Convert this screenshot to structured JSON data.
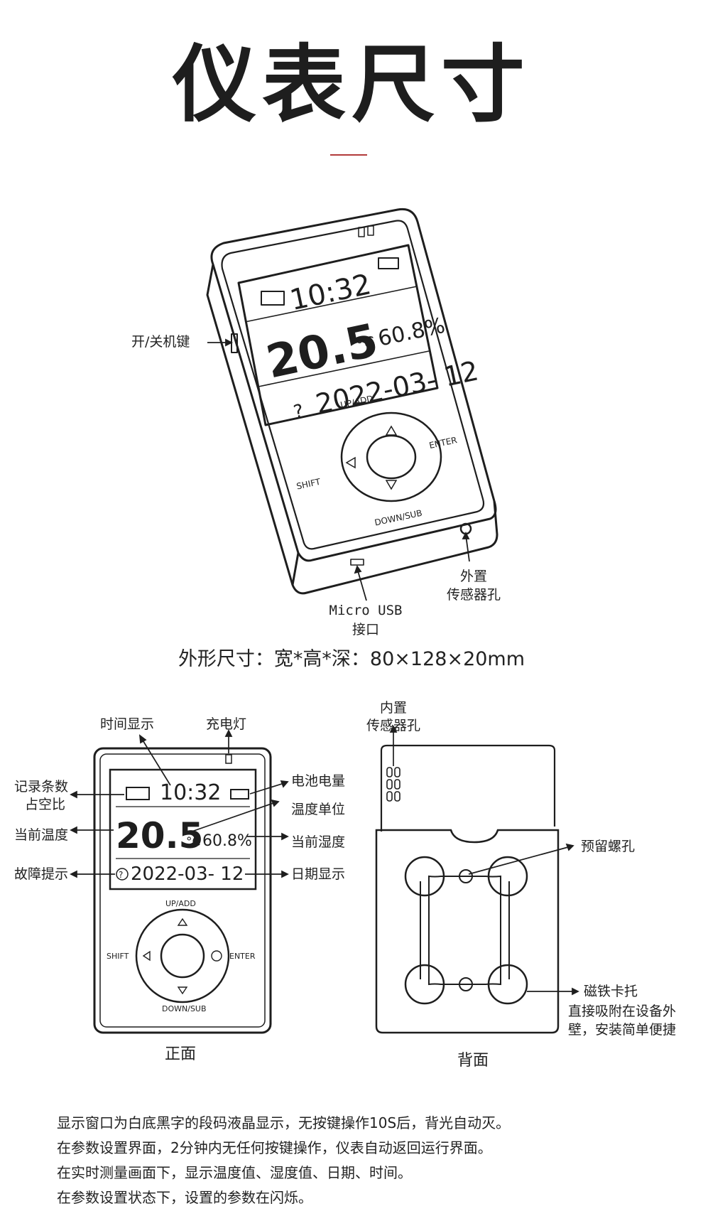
{
  "title": "仪表尺寸",
  "colors": {
    "accent": "#b23a3a",
    "ink": "#1e1e1e"
  },
  "device": {
    "time": "10:32",
    "temperature": "20.5",
    "temp_unit": "°C",
    "humidity": "60.8%",
    "date": "2022-03- 12",
    "fault_icon": "question-icon",
    "battery_icon": "battery-icon",
    "button_up": "UP/ADD",
    "button_down": "DOWN/SUB",
    "button_shift": "SHIFT",
    "button_enter": "ENTER"
  },
  "callouts_3d": {
    "power_key": "开/关机键",
    "usb_line1": "Micro USB",
    "usb_line2": "接口",
    "sensor_line1": "外置",
    "sensor_line2": "传感器孔"
  },
  "dimensions": "外形尺寸：宽*高*深：80×128×20mm",
  "front": {
    "caption": "正面",
    "time_display": "时间显示",
    "charge_light": "充电灯",
    "record_count_line1": "记录条数",
    "record_count_line2": "占空比",
    "battery_level": "电池电量",
    "temp_unit_label": "温度单位",
    "current_temp": "当前温度",
    "current_humidity": "当前湿度",
    "fault_hint": "故障提示",
    "date_display": "日期显示"
  },
  "back": {
    "caption": "背面",
    "internal_sensor_line1": "内置",
    "internal_sensor_line2": "传感器孔",
    "screw_hole": "预留螺孔",
    "magnet_holder": "磁铁卡托",
    "magnet_desc_line1": "直接吸附在设备外",
    "magnet_desc_line2": "壁，安装简单便捷"
  },
  "notes": [
    "显示窗口为白底黑字的段码液晶显示，无按键操作10S后，背光自动灭。",
    "在参数设置界面，2分钟内无任何按键操作，仪表自动返回运行界面。",
    "在实时测量画面下，显示温度值、湿度值、日期、时间。",
    "在参数设置状态下，设置的参数在闪烁。"
  ]
}
